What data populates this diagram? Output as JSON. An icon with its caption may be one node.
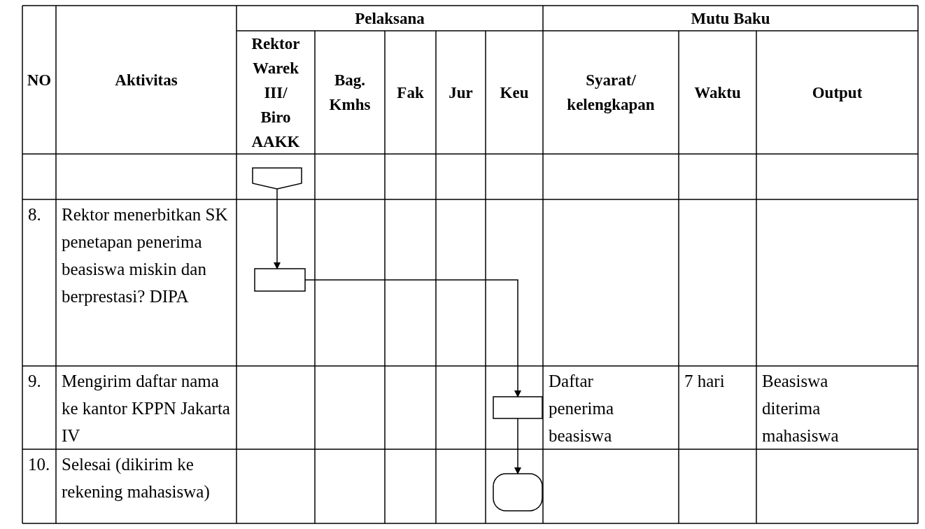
{
  "diagram": {
    "nodes": [
      {
        "text": [],
        "shape": "pentagon"
      },
      {
        "text": [],
        "shape": "box"
      },
      {
        "text": [],
        "shape": "box"
      },
      {
        "text": [],
        "shape": "terminator"
      }
    ],
    "edges": [
      {
        "from": 0,
        "to": 1,
        "arrow": "to"
      },
      {
        "from": 1,
        "to": 2,
        "arrow": "to"
      },
      {
        "from": 2,
        "to": 3,
        "arrow": "to"
      }
    ],
    "labels": [
      "NO",
      "Aktivitas",
      "Pelaksana",
      "Mutu Baku",
      "Rektor Warek III/ Biro AAKK",
      "Bag. Kmhs",
      "Fak",
      "Jur",
      "Keu",
      "Syarat/ kelengkapan",
      "Waktu",
      "Output",
      "8.",
      "Rektor menerbitkan SK penetapan penerima beasiswa miskin dan berprestasi? DIPA",
      "9.",
      "Mengirim daftar nama ke kantor KPPN Jakarta IV",
      "Daftar penerima beasiswa",
      "7 hari",
      "Beasiswa diterima mahasiswa",
      "10.",
      "Selesai (dikirim ke rekening mahasiswa)"
    ]
  }
}
